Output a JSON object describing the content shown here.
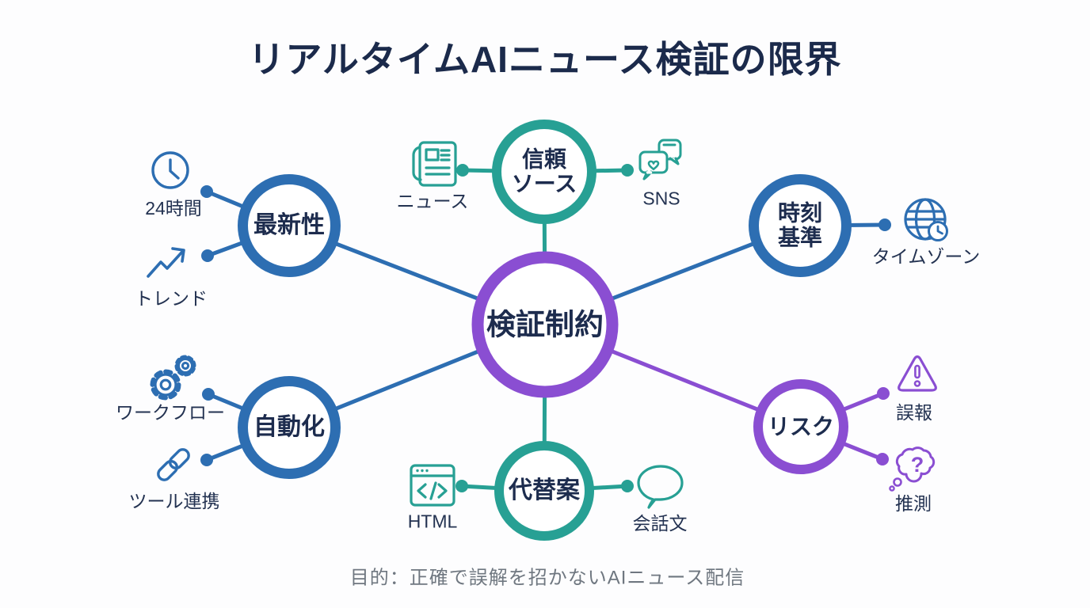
{
  "title": "リアルタイムAIニュース検証の限界",
  "caption": "目的：正確で誤解を招かないAIニュース配信",
  "colors": {
    "blue": "#2D6EB2",
    "teal": "#27A094",
    "purple": "#8A4ED2",
    "title_navy": "#1B2A4B",
    "label_navy": "#233251",
    "caption_gray": "#6F7780"
  },
  "center_node": {
    "label": "検証制約"
  },
  "nodes": [
    {
      "id": "freshness",
      "label": "最新性",
      "color": "blue",
      "satellites": [
        {
          "label": "24時間",
          "icon": "clock-icon"
        },
        {
          "label": "トレンド",
          "icon": "trend-icon"
        }
      ]
    },
    {
      "id": "trusted-sources",
      "label": "信頼\nソース",
      "color": "teal",
      "satellites": [
        {
          "label": "ニュース",
          "icon": "newspaper-icon"
        },
        {
          "label": "SNS",
          "icon": "sns-icon"
        }
      ]
    },
    {
      "id": "time-basis",
      "label": "時刻\n基準",
      "color": "blue",
      "satellites": [
        {
          "label": "タイムゾーン",
          "icon": "globe-clock-icon"
        }
      ]
    },
    {
      "id": "automation",
      "label": "自動化",
      "color": "blue",
      "satellites": [
        {
          "label": "ワークフロー",
          "icon": "gears-icon"
        },
        {
          "label": "ツール連携",
          "icon": "link-icon"
        }
      ]
    },
    {
      "id": "alternatives",
      "label": "代替案",
      "color": "teal",
      "satellites": [
        {
          "label": "HTML",
          "icon": "code-window-icon"
        },
        {
          "label": "会話文",
          "icon": "speech-bubble-icon"
        }
      ]
    },
    {
      "id": "risks",
      "label": "リスク",
      "color": "purple",
      "satellites": [
        {
          "label": "誤報",
          "icon": "warning-icon"
        },
        {
          "label": "推測",
          "icon": "thought-bubble-icon"
        }
      ]
    }
  ],
  "icon_glyphs": {
    "question_mark": "?"
  }
}
